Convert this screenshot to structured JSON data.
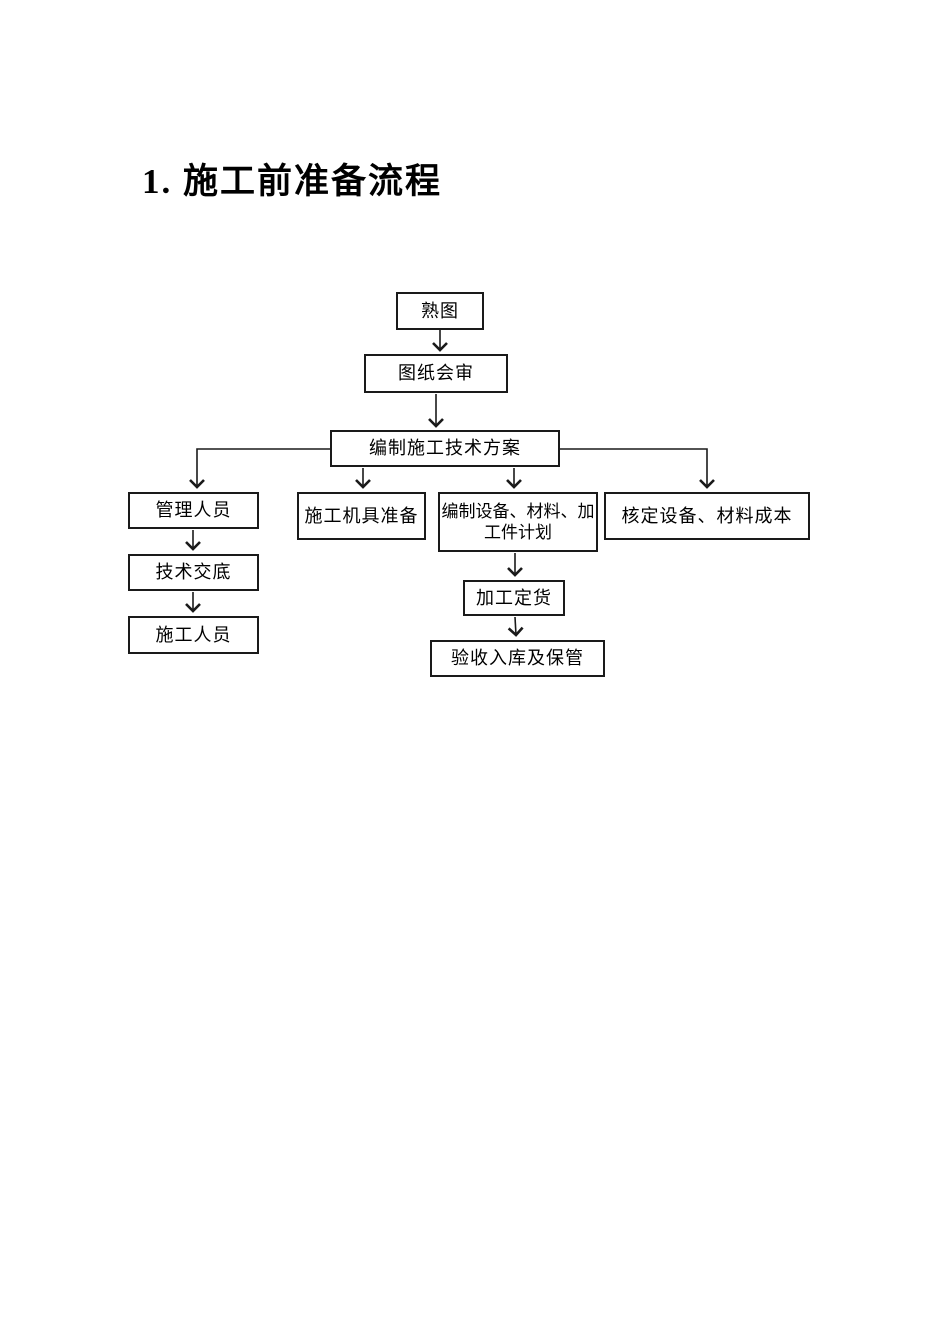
{
  "document": {
    "heading": "1. 施工前准备流程"
  },
  "flowchart": {
    "nodes": {
      "study_drawings": {
        "label": "熟图"
      },
      "drawing_review": {
        "label": "图纸会审"
      },
      "technical_plan": {
        "label": "编制施工技术方案"
      },
      "management_staff": {
        "label": "管理人员"
      },
      "equipment_prep": {
        "label": "施工机具准备"
      },
      "materials_plan": {
        "label": "编制设备、材料、加工件计划"
      },
      "cost_verification": {
        "label": "核定设备、材料成本"
      },
      "technical_disclosure": {
        "label": "技术交底"
      },
      "construction_staff": {
        "label": "施工人员"
      },
      "processing_order": {
        "label": "加工定货"
      },
      "acceptance_storage": {
        "label": "验收入库及保管"
      }
    },
    "edges": [
      {
        "from": "熟图",
        "to": "图纸会审"
      },
      {
        "from": "图纸会审",
        "to": "编制施工技术方案"
      },
      {
        "from": "编制施工技术方案",
        "to": "管理人员"
      },
      {
        "from": "编制施工技术方案",
        "to": "施工机具准备"
      },
      {
        "from": "编制施工技术方案",
        "to": "编制设备、材料、加工件计划"
      },
      {
        "from": "编制施工技术方案",
        "to": "核定设备、材料成本"
      },
      {
        "from": "管理人员",
        "to": "技术交底"
      },
      {
        "from": "技术交底",
        "to": "施工人员"
      },
      {
        "from": "编制设备、材料、加工件计划",
        "to": "加工定货"
      },
      {
        "from": "加工定货",
        "to": "验收入库及保管"
      }
    ],
    "colors": {
      "line": "#1a1a1a",
      "box_border": "#1a1a1a",
      "box_fill": "#ffffff",
      "text": "#000000",
      "page_background": "#ffffff"
    }
  }
}
